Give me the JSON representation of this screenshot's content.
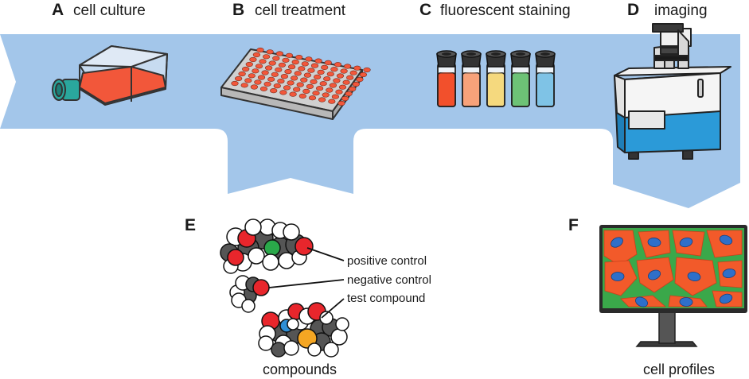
{
  "steps": [
    {
      "letter": "A",
      "label": "cell culture"
    },
    {
      "letter": "B",
      "label": "cell treatment"
    },
    {
      "letter": "C",
      "label": "fluorescent staining"
    },
    {
      "letter": "D",
      "label": "imaging"
    },
    {
      "letter": "E",
      "label": ""
    },
    {
      "letter": "F",
      "label": ""
    }
  ],
  "compounds": {
    "positive": "positive control",
    "negative": "negative control",
    "test": "test compound",
    "caption": "compounds"
  },
  "profiles": {
    "caption": "cell profiles"
  },
  "colors": {
    "band": "#a3c6ea",
    "medium": "#f2573a",
    "flask_cap": "#2aa79d",
    "instrument_blue": "#2b9ad8",
    "cell_orange": "#f25a2a",
    "cell_green": "#3aa84a",
    "nucleus_blue": "#2f6fc9"
  },
  "vials": [
    "#f2502c",
    "#f7a27a",
    "#f5d97e",
    "#6dc276",
    "#7fc3e6"
  ]
}
